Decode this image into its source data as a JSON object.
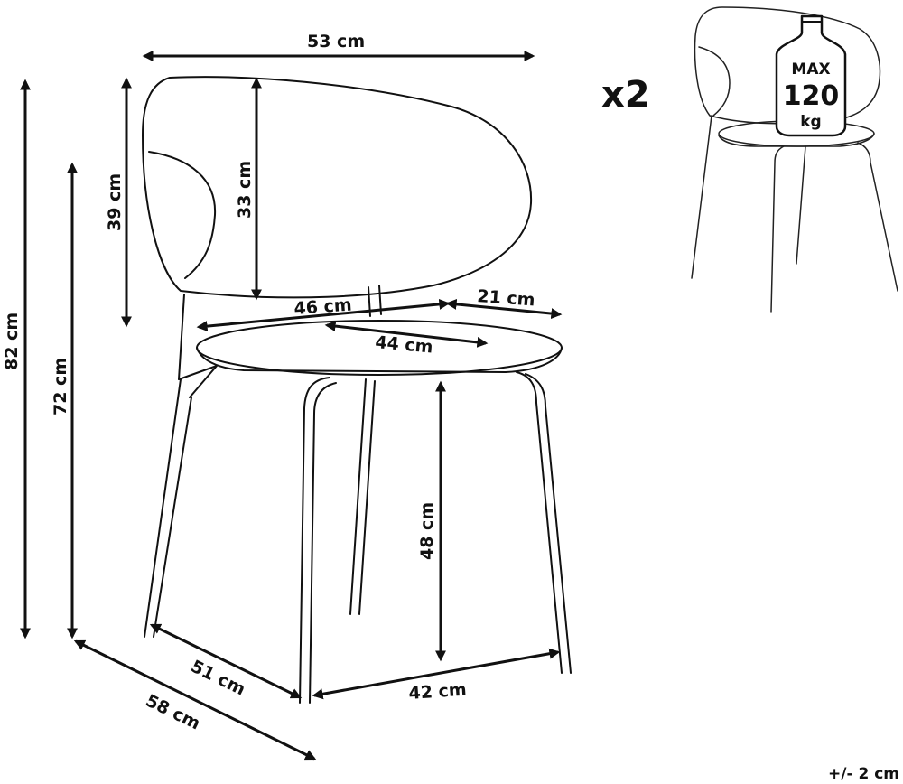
{
  "dimensions": {
    "top_width": "53 cm",
    "total_height": "82 cm",
    "arm_height": "72 cm",
    "back_height_outer": "39 cm",
    "back_height_inner": "33 cm",
    "seat_width_back": "46 cm",
    "seat_depth_side": "21 cm",
    "seat_width": "44 cm",
    "seat_height": "48 cm",
    "base_depth": "51 cm",
    "total_depth": "58 cm",
    "base_width": "42 cm"
  },
  "quantity": "x2",
  "max_load": {
    "line1": "MAX",
    "line2": "120",
    "line3": "kg"
  },
  "tolerance": "+/- 2 cm"
}
